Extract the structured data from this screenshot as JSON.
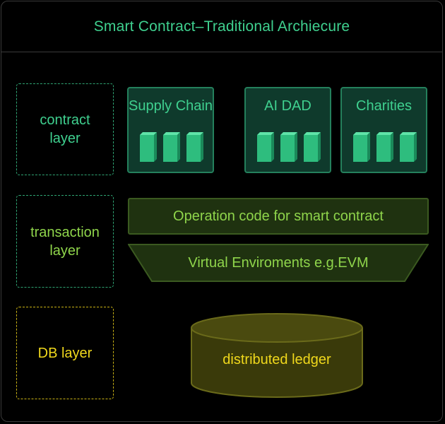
{
  "title": "Smart Contract–Traditional Archiecure",
  "layers": {
    "contract": "contract\nlayer",
    "transaction": "transaction\nlayer",
    "db": "DB layer"
  },
  "apps": [
    {
      "label": "Supply Chain"
    },
    {
      "label": "AI DAD"
    },
    {
      "label": "Charities"
    }
  ],
  "opcode": "Operation code for smart contract",
  "vm": "Virtual Enviroments e.g.EVM",
  "ledger": "distributed ledger",
  "colors": {
    "green": "#3fd08f",
    "light_green": "#8fd54b",
    "yellow": "#f0d81c",
    "app_fill": "#0f3a2c",
    "block_fill": "#2ebd7e"
  }
}
